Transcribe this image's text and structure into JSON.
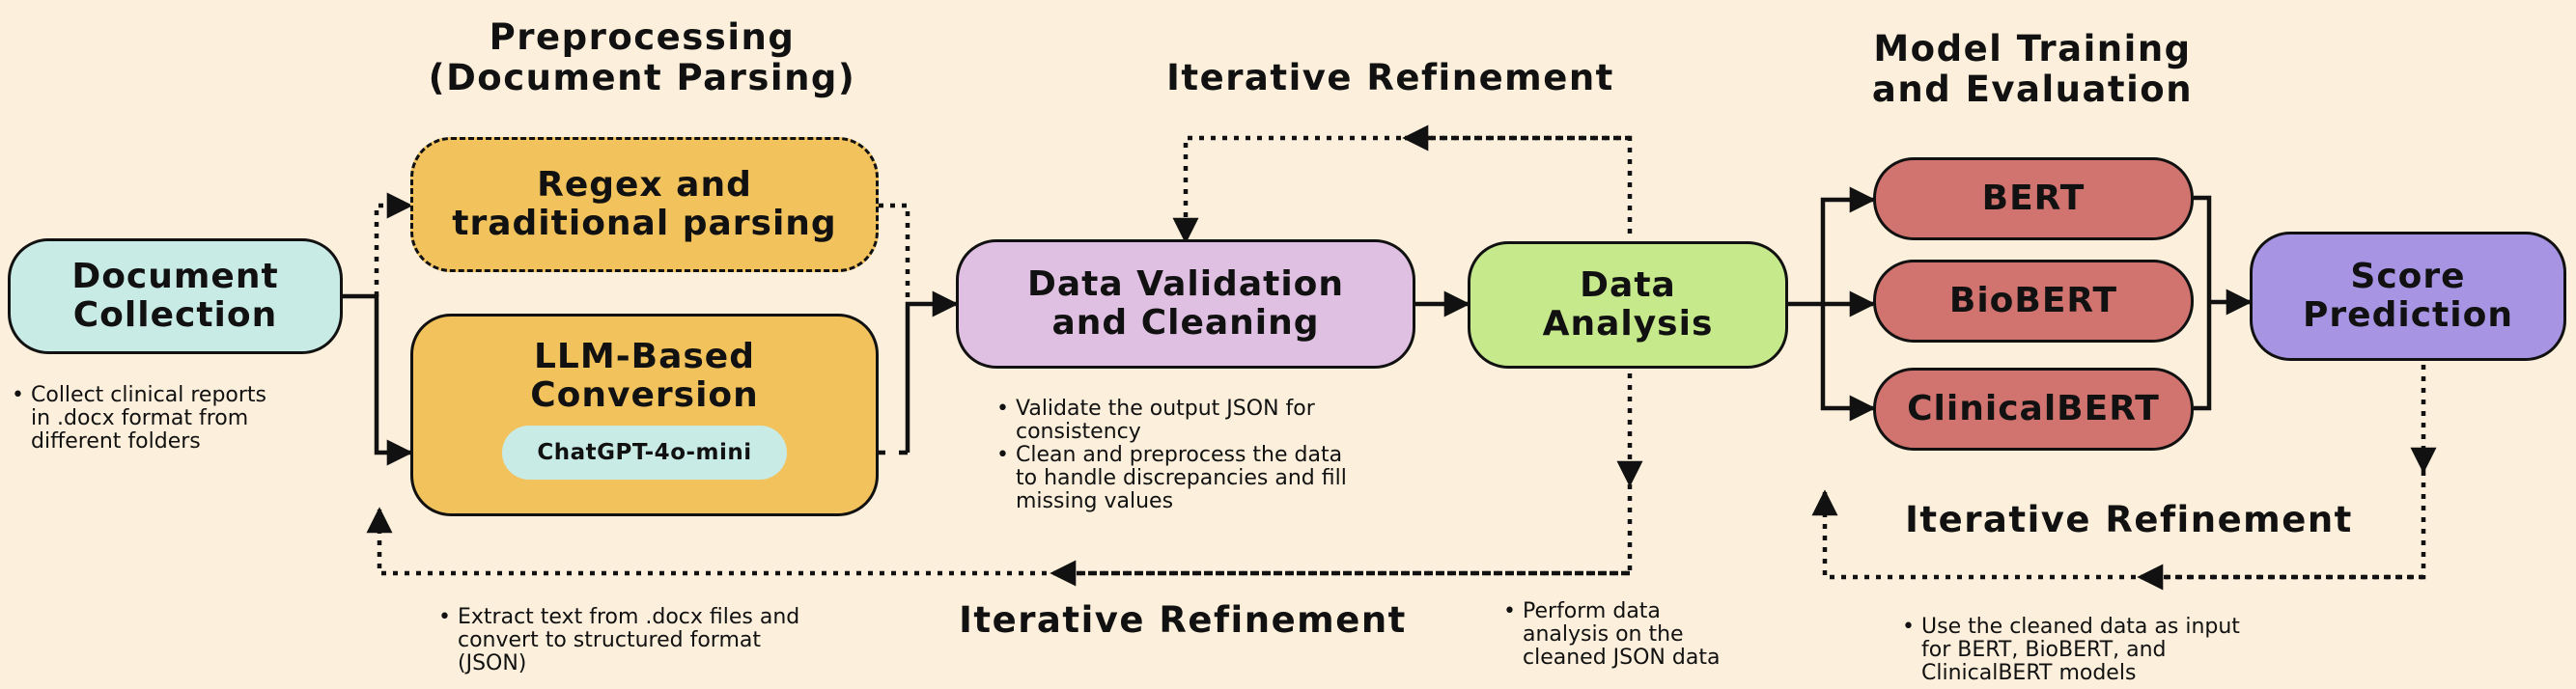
{
  "headings": {
    "preprocessing": "Preprocessing\n(Document Parsing)",
    "iter_top": "Iterative Refinement",
    "model_training": "Model Training\nand Evaluation",
    "iter_bottom": "Iterative Refinement",
    "iter_right": "Iterative Refinement"
  },
  "nodes": {
    "document_collection": "Document\nCollection",
    "regex": "Regex and\ntraditional parsing",
    "llm": "LLM-Based\nConversion",
    "llm_model": "ChatGPT-4o-mini",
    "validation": "Data Validation\nand Cleaning",
    "analysis": "Data\nAnalysis",
    "bert": "BERT",
    "biobert": "BioBERT",
    "clinicalbert": "ClinicalBERT",
    "score": "Score\nPrediction"
  },
  "notes": {
    "collection": [
      "Collect clinical reports\nin .docx format from\ndifferent folders"
    ],
    "extract": [
      "Extract text from .docx files and\nconvert to structured format\n(JSON)"
    ],
    "validation": [
      "Validate the output JSON for\nconsistency",
      "Clean and preprocess the data\nto handle discrepancies and fill\nmissing values"
    ],
    "analysis": [
      "Perform data\nanalysis on the\ncleaned JSON data"
    ],
    "training": [
      "Use the cleaned data as input\nfor BERT, BioBERT, and\nClinicalBERT models"
    ]
  },
  "colors": {
    "background": "#fcefdb",
    "collection": "#c9ebe6",
    "parsing": "#f2c25c",
    "validation": "#e0c0e2",
    "analysis": "#c6e98c",
    "models": "#d17470",
    "score": "#a795e4"
  }
}
